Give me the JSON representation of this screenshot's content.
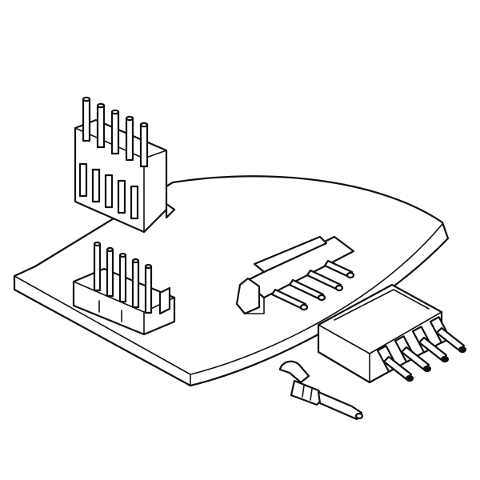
{
  "figure": {
    "description_visible_text": "",
    "colors": {
      "stroke": "#111111",
      "fill": "#ffffff",
      "background": "#ffffff"
    },
    "components": [
      {
        "id": "pcb-board",
        "icon": "circuit-board-shape"
      },
      {
        "id": "vertical-header-floating",
        "icon": "connector-housing",
        "pin_count": 5
      },
      {
        "id": "vertical-header-on-board",
        "icon": "connector-header",
        "pin_count": 5
      },
      {
        "id": "right-angle-header-on-board",
        "icon": "right-angle-connector",
        "pin_count": 4
      },
      {
        "id": "crimp-housing",
        "icon": "connector-housing",
        "pin_count": 4
      },
      {
        "id": "crimp-terminal",
        "icon": "crimp-contact"
      }
    ]
  }
}
